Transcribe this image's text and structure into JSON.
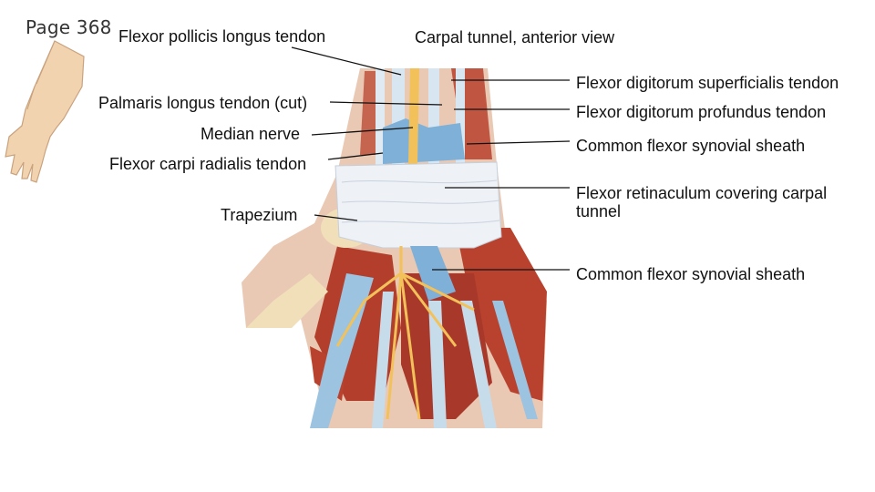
{
  "page_ref": "Page 368",
  "title": "Carpal tunnel, anterior view",
  "labels": {
    "fpl": "Flexor pollicis longus tendon",
    "palmaris": "Palmaris longus tendon (cut)",
    "median": "Median nerve",
    "fcr": "Flexor carpi radialis tendon",
    "trapezium": "Trapezium",
    "fds": "Flexor digitorum superficialis tendon",
    "fdp": "Flexor digitorum profundus tendon",
    "sheath1": "Common flexor synovial sheath",
    "retinaculum": "Flexor retinaculum covering carpal tunnel",
    "sheath2": "Common flexor synovial sheath"
  },
  "colors": {
    "skin": "#f2d3b0",
    "muscle": "#b8422e",
    "tendon": "#d7e6f0",
    "sheath": "#7fb0d8",
    "nerve": "#f3c15a",
    "retinaculum": "#eef1f5",
    "bone": "#f0dfb8"
  }
}
